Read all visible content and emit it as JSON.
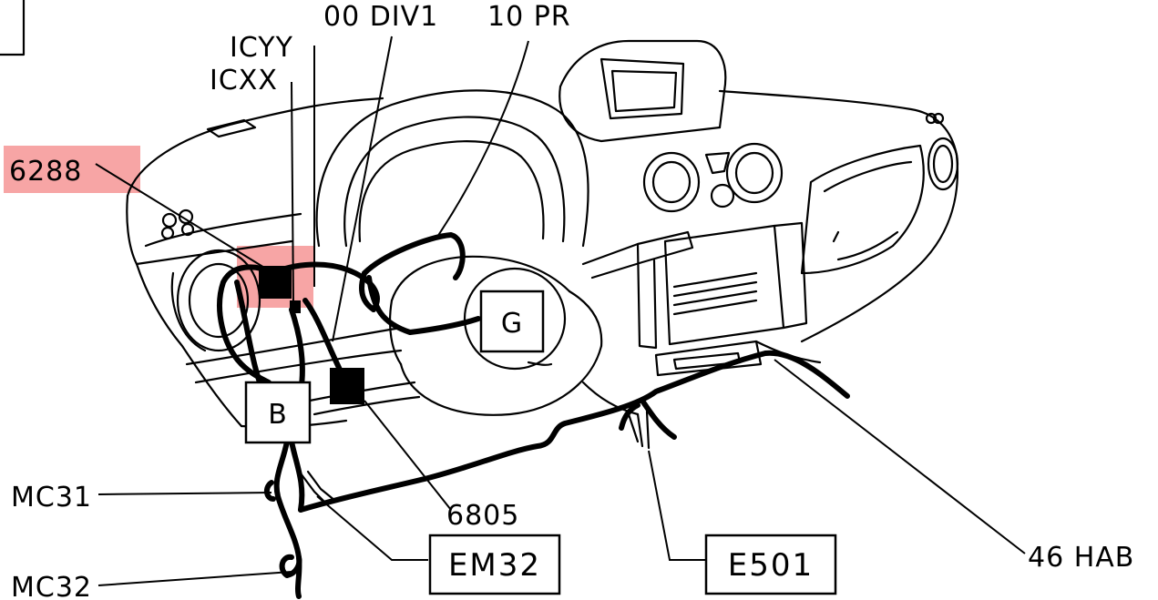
{
  "diagram": {
    "colors": {
      "highlight": "#f7a5a5",
      "ink": "#000000",
      "background": "#ffffff"
    },
    "labels": {
      "top_div": "00 DIV1",
      "top_pr": "10 PR",
      "icyy": "ICYY",
      "icxx": "ICXX",
      "c6288": "6288",
      "c6805": "6805",
      "mc31": "MC31",
      "mc32": "MC32",
      "em32": "EM32",
      "e501": "E501",
      "hab46": "46 HAB",
      "box_g": "G",
      "box_b": "B"
    }
  }
}
